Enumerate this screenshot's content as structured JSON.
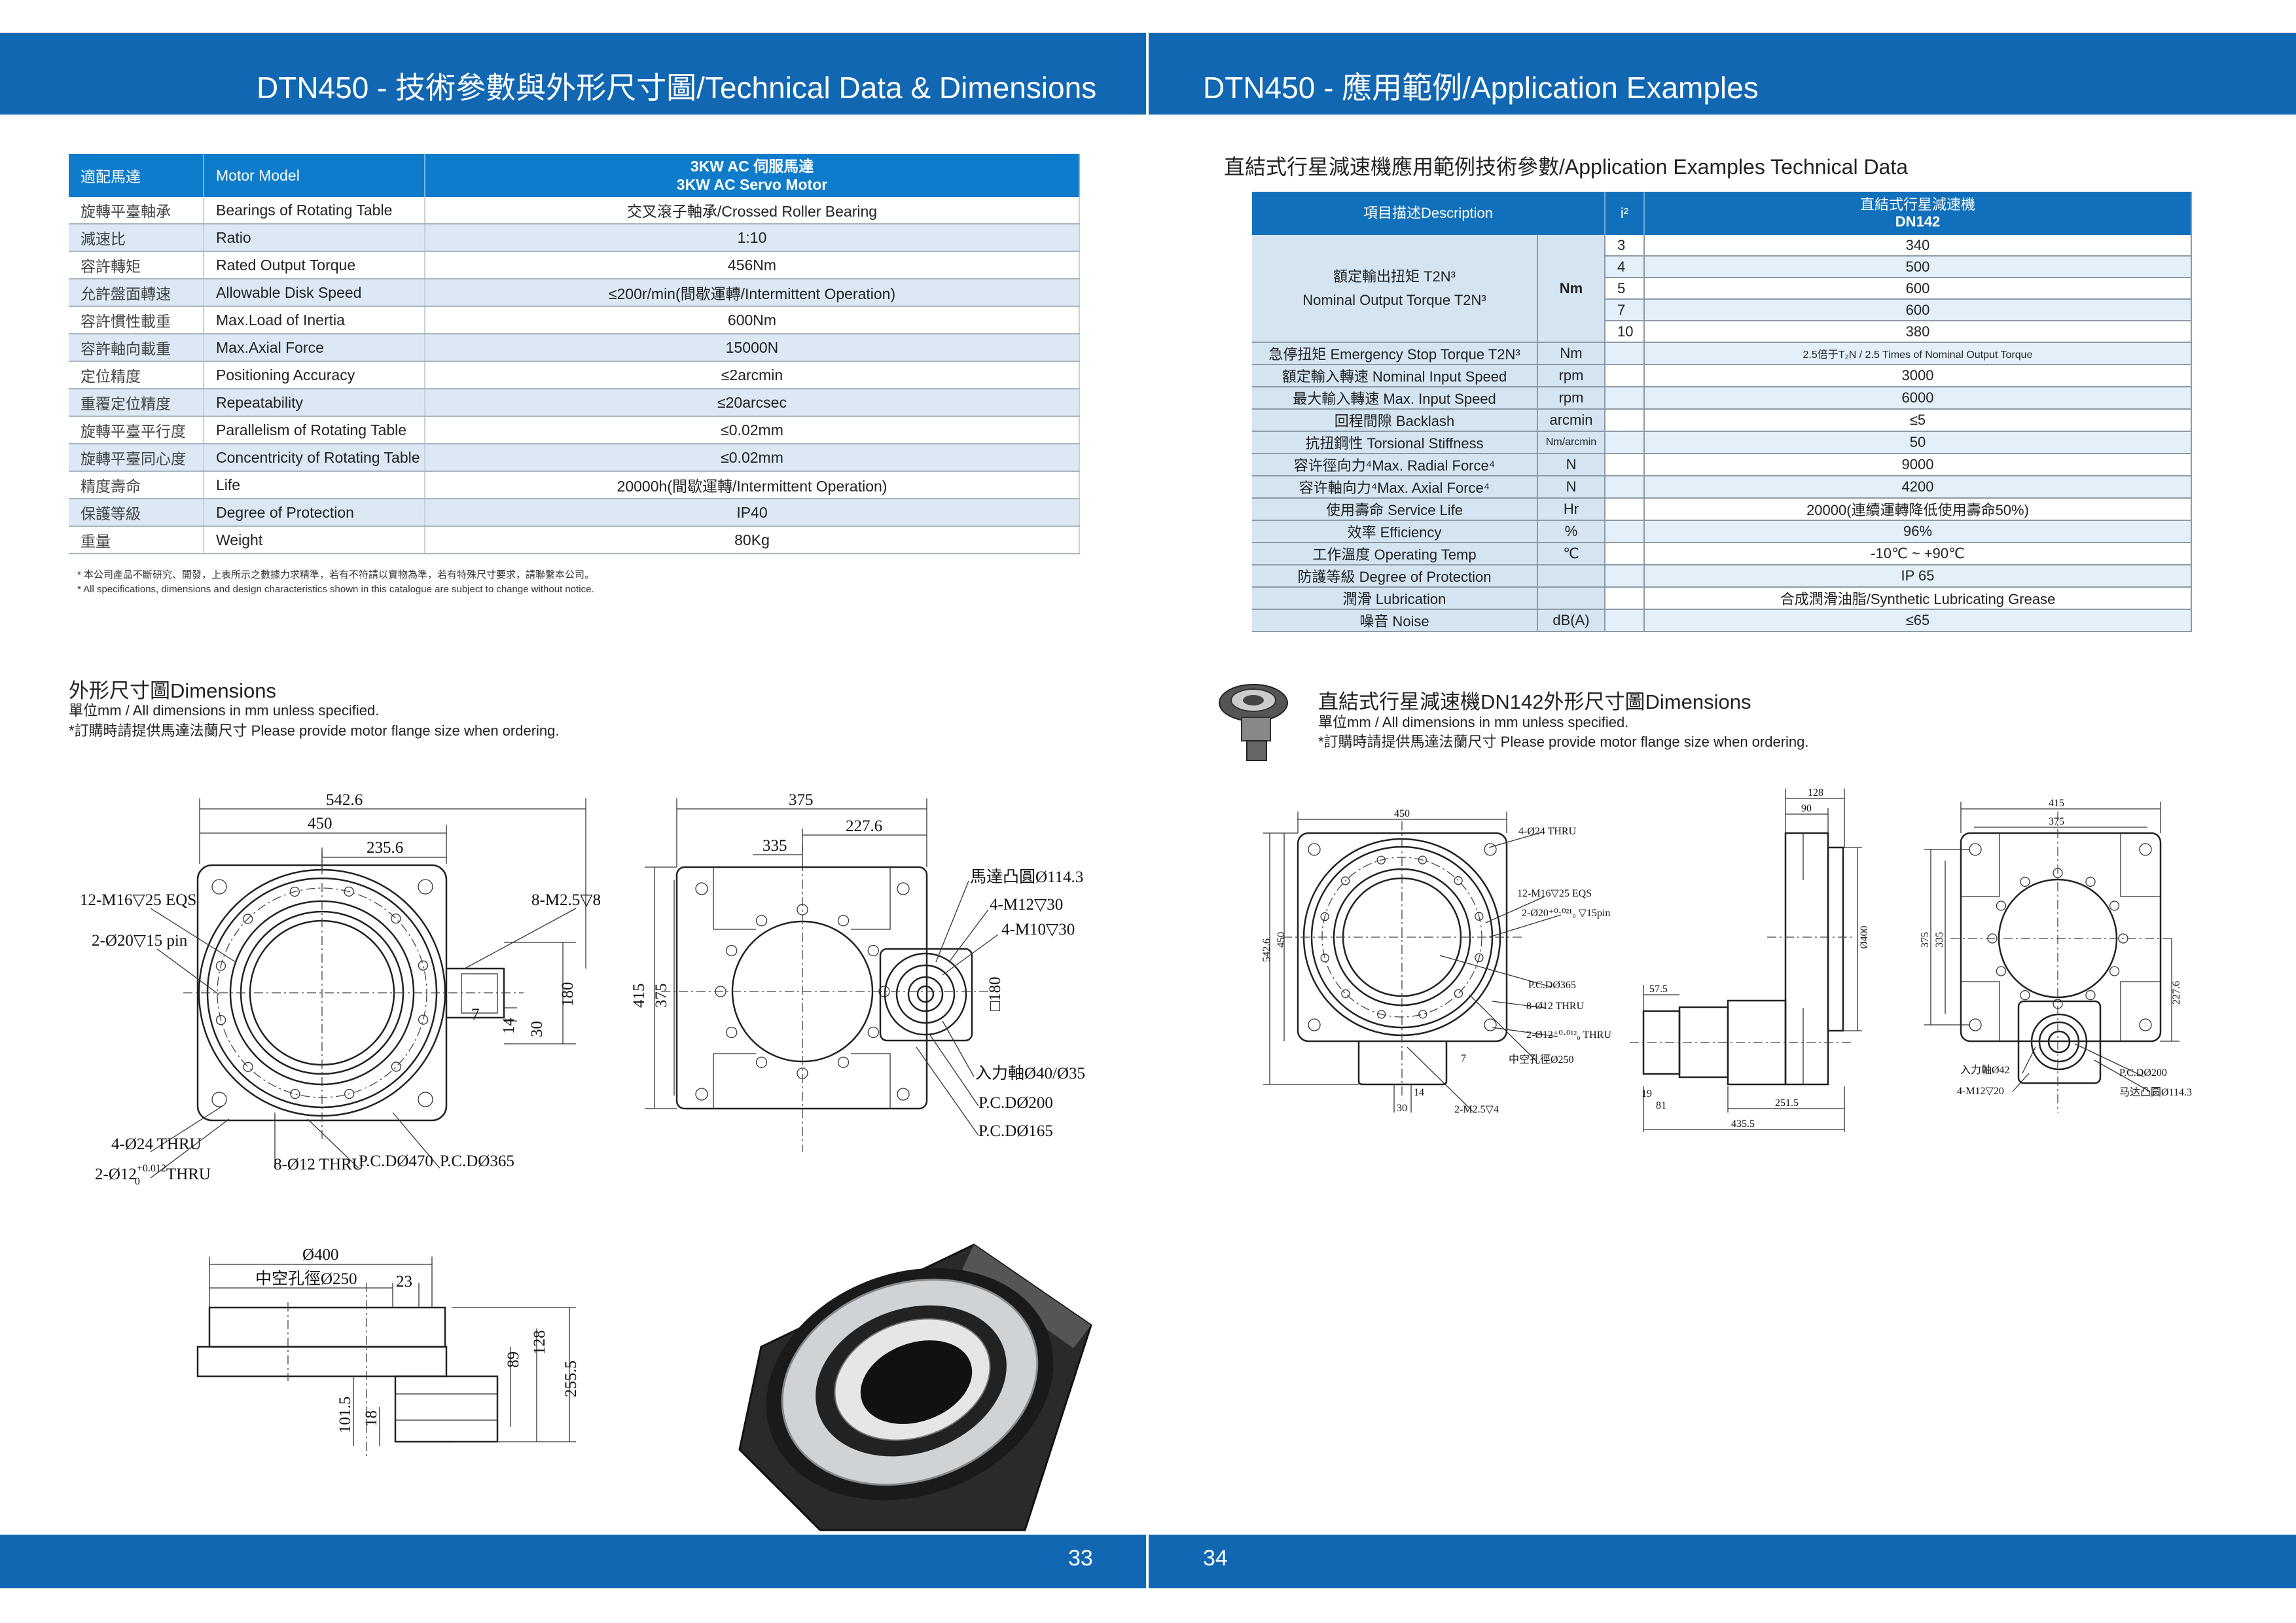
{
  "left_page": {
    "header_title": "DTN450 - 技術參數與外形尺寸圖/Technical Data & Dimensions",
    "page_number": "33",
    "table": {
      "header": [
        "適配馬達",
        "Motor Model",
        "3KW AC 伺服馬達",
        "3KW AC Servo Motor"
      ],
      "rows": [
        [
          "旋轉平臺軸承",
          "Bearings of Rotating Table",
          "交叉滾子軸承/Crossed Roller Bearing"
        ],
        [
          "減速比",
          "Ratio",
          "1:10"
        ],
        [
          "容許轉矩",
          "Rated Output Torque",
          "456Nm"
        ],
        [
          "允許盤面轉速",
          "Allowable Disk Speed",
          "≤200r/min(間歇運轉/Intermittent Operation)"
        ],
        [
          "容許慣性載重",
          "Max.Load of Inertia",
          "600Nm"
        ],
        [
          "容許軸向載重",
          "Max.Axial Force",
          "15000N"
        ],
        [
          "定位精度",
          "Positioning Accuracy",
          "≤2arcmin"
        ],
        [
          "重覆定位精度",
          "Repeatability",
          "≤20arcsec"
        ],
        [
          "旋轉平臺平行度",
          "Parallelism of Rotating Table",
          "≤0.02mm"
        ],
        [
          "旋轉平臺同心度",
          "Concentricity of Rotating Table",
          "≤0.02mm"
        ],
        [
          "精度壽命",
          "Life",
          "20000h(間歇運轉/Intermittent Operation)"
        ],
        [
          "保護等級",
          "Degree of Protection",
          "IP40"
        ],
        [
          "重量",
          "Weight",
          "80Kg"
        ]
      ]
    },
    "notes": [
      "* 本公司產品不斷研究、開發，上表所示之數據力求精準，若有不符請以實物為準，若有特殊尺寸要求，請聯繫本公司。",
      "* All specifications, dimensions and design characteristics shown in this catalogue are subject to change without notice."
    ],
    "dimensions": {
      "title": "外形尺寸圖Dimensions",
      "unit_note": "單位mm / All dimensions in mm unless specified.",
      "order_note": "*訂購時請提供馬達法蘭尺寸 Please provide motor flange size when ordering."
    },
    "top_view_labels": [
      "542.6",
      "450",
      "235.6",
      "12-M16▽25 EQS",
      "2-Ø20▽15 pin",
      "8-M2.5▽8",
      "7",
      "14",
      "30",
      "180",
      "4-Ø24 THRU",
      "8-Ø12 THRU",
      "P.C.DØ470",
      "P.C.DØ365"
    ],
    "top_view_tol_label": {
      "base": "2-Ø12",
      "upper": "+0.012",
      "lower": "0",
      "suffix": "THRU"
    },
    "front_view_labels": [
      "375",
      "227.6",
      "335",
      "馬達凸圓Ø114.3",
      "4-M12▽30",
      "4-M10▽30",
      "□180",
      "415",
      "375",
      "入力軸Ø40/Ø35",
      "P.C.DØ200",
      "P.C.DØ165"
    ],
    "side_view_labels": [
      "Ø400",
      "中空孔徑Ø250",
      "23",
      "89",
      "128",
      "255.5",
      "101.5",
      "18"
    ]
  },
  "right_page": {
    "header_title": "DTN450 - 應用範例/Application  Examples",
    "page_number": "34",
    "table_title": "直結式行星減速機應用範例技術參數/Application  Examples  Technical  Data",
    "table": {
      "header": [
        "項目描述Description",
        "i²",
        "直結式行星減速機",
        "DN142"
      ],
      "torque_group": {
        "desc_zh": "額定輸出扭矩  T2N³",
        "desc_en": "Nominal Output Torque T2N³",
        "unit": "Nm",
        "rows": [
          [
            "3",
            "340"
          ],
          [
            "4",
            "500"
          ],
          [
            "5",
            "600"
          ],
          [
            "7",
            "600"
          ],
          [
            "10",
            "380"
          ]
        ]
      },
      "rows": [
        [
          "急停扭矩  Emergency  Stop Torque  T2N³",
          "Nm",
          "2.5倍于T₂N / 2.5 Times of Nominal Output Torque"
        ],
        [
          "額定輸入轉速  Nominal Input Speed",
          "rpm",
          "3000"
        ],
        [
          "最大輸入轉速  Max. Input Speed",
          "rpm",
          "6000"
        ],
        [
          "回程間隙  Backlash",
          "arcmin",
          "≤5"
        ],
        [
          "抗扭鋼性  Torsional Stiffness",
          "Nm/arcmin",
          "50"
        ],
        [
          "容许徑向力⁴Max. Radial Force⁴",
          "N",
          "9000"
        ],
        [
          "容许軸向力⁴Max. Axial Force⁴",
          "N",
          "4200"
        ],
        [
          "使用壽命  Service Life",
          "Hr",
          "20000(連續運轉降低使用壽命50%)"
        ],
        [
          "效率  Efficiency",
          "%",
          "96%"
        ],
        [
          "工作溫度  Operating Temp",
          "℃",
          "-10℃ ~ +90℃"
        ],
        [
          "防護等級  Degree of Protection",
          "",
          "IP 65"
        ],
        [
          "潤滑  Lubrication",
          "",
          "合成潤滑油脂/Synthetic Lubricating Grease"
        ],
        [
          "噪音  Noise",
          "dB(A)",
          "≤65"
        ]
      ]
    },
    "dimensions": {
      "title": "直結式行星減速機DN142外形尺寸圖Dimensions",
      "unit_note": "單位mm / All dimensions in mm unless specified.",
      "order_note": "*訂購時請提供馬達法蘭尺寸 Please provide motor flange size when ordering."
    },
    "view_a_labels": [
      "450",
      "542.6",
      "450",
      "4-Ø24 THRU",
      "12-M16▽25 EQS",
      "2-Ø20⁺⁰·⁰²¹₀ ▽15pin",
      "P.C.DØ365",
      "8-Ø12 THRU",
      "2-Ø12⁺⁰·⁰¹²₀ THRU",
      "中空孔徑Ø250",
      "7",
      "14",
      "30",
      "2-M2.5▽4"
    ],
    "view_b_labels": [
      "128",
      "90",
      "Ø400",
      "57.5",
      "19",
      "81",
      "251.5",
      "435.5"
    ],
    "view_c_labels": [
      "415",
      "375",
      "375",
      "335",
      "227.6",
      "入力軸Ø42",
      "4-M12▽20",
      "P.C.DØ200",
      "马达凸圆Ø114.3"
    ]
  },
  "colors": {
    "brand_blue": "#1167b1",
    "table_header_blue": "#0e7ccb",
    "row_alt": "#dce9f5"
  }
}
